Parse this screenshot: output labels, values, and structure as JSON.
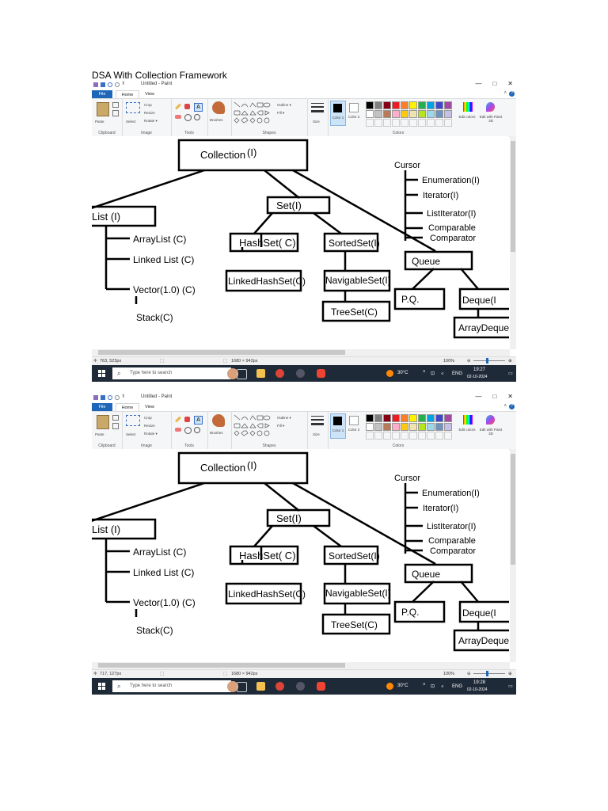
{
  "document": {
    "title": "DSA With Collection Framework"
  },
  "window": {
    "title": "Untitled - Paint",
    "quick_access_arrow": "⫪",
    "controls": {
      "minimize": "—",
      "maximize": "□",
      "close": "✕"
    }
  },
  "tabs": {
    "file": "File",
    "home": "Home",
    "view": "View",
    "help": "?",
    "collapse": "˄"
  },
  "ribbon": {
    "clipboard": {
      "label": "Clipboard",
      "paste": "Paste"
    },
    "image": {
      "label": "Image",
      "select": "Select",
      "crop": "Crop",
      "resize": "Resize",
      "rotate": "Rotate ▾"
    },
    "tools": {
      "label": "Tools"
    },
    "brushes": {
      "label": "Brushes"
    },
    "shapes": {
      "label": "Shapes",
      "outline": "Outline ▾",
      "fill": "Fill ▾"
    },
    "size": {
      "label": "Size"
    },
    "colors": {
      "label": "Colors",
      "color1": "Color 1",
      "color2": "Color 2",
      "edit_colors": "Edit colors",
      "paint3d": "Edit with Paint 3D",
      "palette_row1": [
        "#000000",
        "#7f7f7f",
        "#880015",
        "#ed1c24",
        "#ff7f27",
        "#fff200",
        "#22b14c",
        "#00a2e8",
        "#3f48cc",
        "#a349a4"
      ],
      "palette_row2": [
        "#ffffff",
        "#c3c3c3",
        "#b97a57",
        "#ffaec9",
        "#ffc90e",
        "#efe4b0",
        "#b5e61d",
        "#99d9ea",
        "#7092be",
        "#c8bfe7"
      ]
    }
  },
  "diagram": {
    "collection": "Collection",
    "collection_type": "(I)",
    "list": "List (I)",
    "set": "Set(I)",
    "queue": "Queue",
    "arraylist": "ArrayList  (C)",
    "linkedlist": "Linked List (C)",
    "vector": "Vector(1.0)  (C)",
    "stack": "Stack(C)",
    "hashset": "HashSet( C)",
    "sortedset": "SortedSet(I)",
    "linkedhashset": "LinkedHashSet(C)",
    "navigableset": "NavigableSet(I)",
    "treeset": "TreeSet(C)",
    "pq": "P.Q.",
    "deque": "Deque(I",
    "arraydeque": "ArrayDeque",
    "cursor": "Cursor",
    "enumeration": "Enumeration(I)",
    "iterator": "Iterator(I)",
    "listiterator": "ListIterator(I)",
    "comparable": "Comparable",
    "comparator": "Comparator"
  },
  "screens": [
    {
      "cursor_pos": "763, 523px",
      "canvas_size": "1680 × 942px",
      "zoom": "100%",
      "time": "19:27",
      "date": "02-10-2024"
    },
    {
      "cursor_pos": "717, 127px",
      "canvas_size": "1680 × 942px",
      "zoom": "100%",
      "time": "19:28",
      "date": "02-10-2024"
    }
  ],
  "taskbar": {
    "search_placeholder": "Type here to search",
    "temperature": "30°C",
    "language": "ENG",
    "tray_arrow": "˄"
  }
}
